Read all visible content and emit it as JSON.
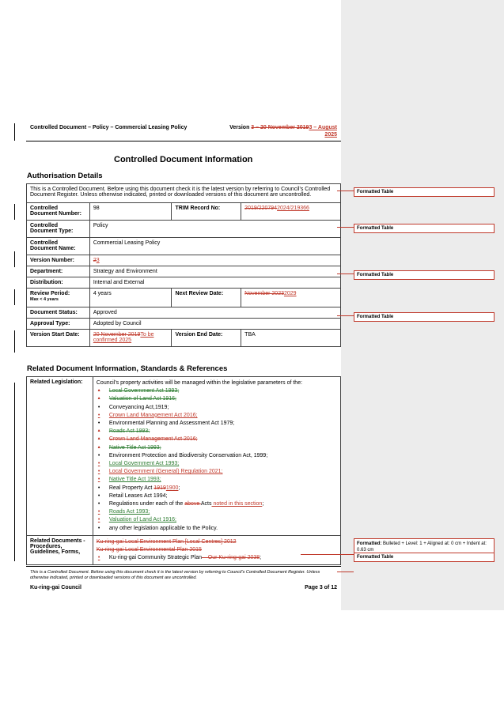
{
  "header": {
    "left": "Controlled Document – Policy – Commercial Leasing Policy",
    "version_prefix": "Version ",
    "version_del": "3 – 20 November 2019",
    "version_ins": "3 – August 2025"
  },
  "page_title": "Controlled Document Information",
  "auth_heading": "Authorisation Details",
  "auth_intro": "This is a Controlled Document.  Before using this document check it is the latest version by referring to Council’s Controlled Document Register.  Unless otherwise indicated, printed or downloaded versions of this document are uncontrolled.",
  "auth": {
    "doc_number_label": "Controlled Document Number:",
    "doc_number": "98",
    "trim_label": "TRIM Record No:",
    "trim_del": "2019/220794",
    "trim_ins": "2024/219366",
    "type_label": "Controlled Document Type:",
    "type": "Policy",
    "name_label": "Controlled Document Name:",
    "name": "Commercial Leasing Policy",
    "version_label": "Version Number:",
    "version_del": "2",
    "version_ins": "3",
    "dept_label": "Department:",
    "dept": "Strategy and Environment",
    "dist_label": "Distribution:",
    "dist": "Internal and External",
    "review_label": "Review Period:",
    "review_sub": "Max < 4 years",
    "review": "4 years",
    "next_review_label": "Next Review Date:",
    "next_review_del": "November 2023",
    "next_review_ins": "2029",
    "status_label": "Document Status:",
    "status": "Approved",
    "approval_label": "Approval Type:",
    "approval": "Adopted by Council",
    "start_label": "Version Start Date:",
    "start_del": "20 November 2019",
    "start_ins": "To be confirmed 2025",
    "end_label": "Version End Date:",
    "end": "TBA"
  },
  "related_heading": "Related Document Information, Standards & References",
  "related": {
    "legislation_label": "Related Legislation:",
    "legislation_intro": "Council’s property activities will be managed within the legislative parameters of the:",
    "items": [
      {
        "text": "Local Government Act 1993;",
        "style": "del-g",
        "bullet": "del"
      },
      {
        "text": "Valuation of Land Act 1916;",
        "style": "del-g",
        "bullet": "del"
      },
      {
        "text": "Conveyancing Act,1919;",
        "style": "plain",
        "bullet": "plain"
      },
      {
        "text": "Crown Land Management Act 2016;",
        "style": "ins",
        "bullet": "ins"
      },
      {
        "text": "Environmental Planning and Assessment Act 1979;",
        "style": "plain",
        "bullet": "plain"
      },
      {
        "text": "Roads Act 1993;",
        "style": "del-g",
        "bullet": "del"
      },
      {
        "text": "Crown Land Management Act  2016;",
        "style": "del",
        "bullet": "del"
      },
      {
        "text": "Native Title Act 1993;",
        "style": "del-g",
        "bullet": "del"
      },
      {
        "text": "Environment Protection and Biodiversity Conservation Act, 1999;",
        "style": "plain",
        "bullet": "plain"
      },
      {
        "text": "Local Government Act 1993;",
        "style": "ins-g",
        "bullet": "ins"
      },
      {
        "text": "Local Government (General) Regulation 2021;",
        "style": "ins",
        "bullet": "ins"
      },
      {
        "text": "Native Title Act 1993;",
        "style": "ins-g",
        "bullet": "ins"
      },
      {
        "text": "Real Property Act ",
        "style": "plain",
        "bullet": "plain",
        "del": "1919",
        "ins": "1900",
        "tail": ";"
      },
      {
        "text": "Retail Leases Act 1994;",
        "style": "plain",
        "bullet": "plain"
      },
      {
        "text": "Regulations under each of the ",
        "style": "plain",
        "bullet": "plain",
        "del": "above ",
        "tail": "Acts",
        "ins": " noted in this section",
        "tail2": ";"
      },
      {
        "text": "Roads Act 1993;",
        "style": "ins-g",
        "bullet": "ins"
      },
      {
        "text": "Valuation of Land Act 1916;",
        "style": "ins-g",
        "bullet": "ins"
      },
      {
        "text": "any other legislation applicable to the Policy.",
        "style": "plain",
        "bullet": "plain"
      }
    ],
    "docs_label": "Related Documents - Procedures, Guidelines, Forms,",
    "docs_del1": "Ku-ring-gai Local Environment Plan [Local Centres] 2012",
    "docs_del2": "Ku-ring-gai Local Environmental Plan 2015",
    "docs_plain": "Ku-ring-gai Community Strategic Plan",
    "docs_del3": " – Our Ku-ring-gai 2038",
    "docs_tail": ";"
  },
  "footer": {
    "note": "This is a Controlled Document.  Before using this document check it is the latest version by referring to Council’s Controlled Document Register.  Unless otherwise indicated, printed or downloaded versions of this document are uncontrolled.",
    "org": "Ku-ring-gai Council",
    "page": "Page 3 of 12"
  },
  "comments": {
    "formatted_table": "Formatted Table",
    "formatted_label": "Formatted:",
    "formatted_detail": "Bulleted + Level: 1 + Aligned at:  0 cm + Indent at:  0.63 cm"
  },
  "colors": {
    "insert": "#c0392b",
    "move": "#2e7d32",
    "pane": "#ececec"
  }
}
